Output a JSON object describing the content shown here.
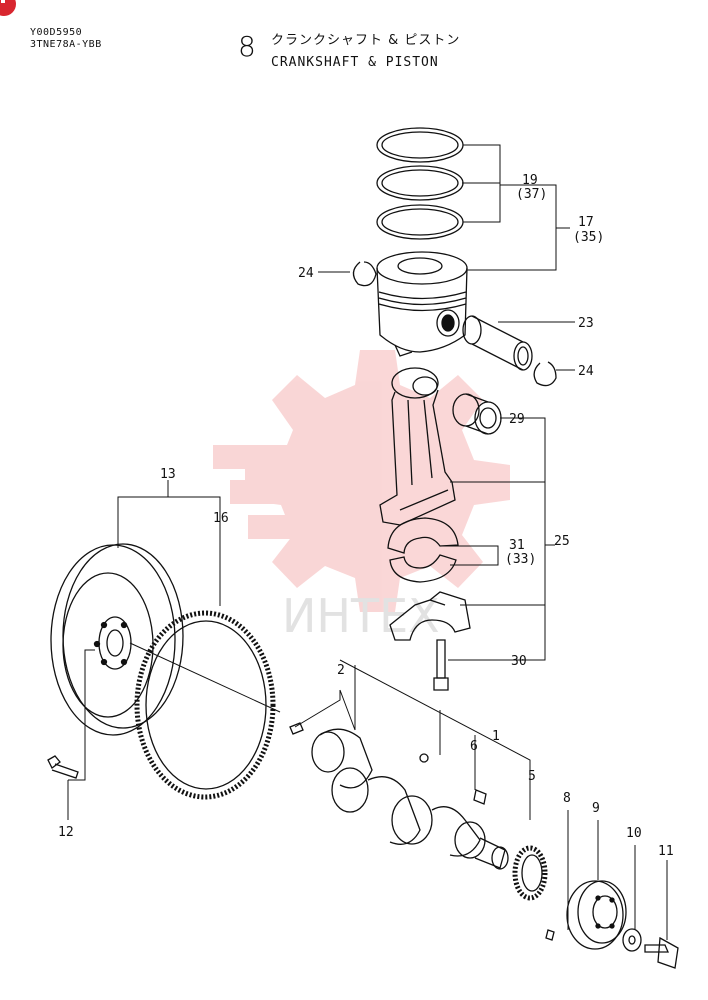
{
  "header": {
    "doc_id": "Y00D5950",
    "model": "3TNE78A-YBB",
    "section_number": "8",
    "title_jp": "クランクシャフト & ピストン",
    "title_en": "CRANKSHAFT & PISTON"
  },
  "watermark": {
    "text": "ИНТЕХ",
    "color": "#f2b3b3"
  },
  "callouts": [
    {
      "id": "p1",
      "label": "1"
    },
    {
      "id": "p2",
      "label": "2"
    },
    {
      "id": "p5",
      "label": "5"
    },
    {
      "id": "p6",
      "label": "6"
    },
    {
      "id": "p8",
      "label": "8"
    },
    {
      "id": "p9",
      "label": "9"
    },
    {
      "id": "p10",
      "label": "10"
    },
    {
      "id": "p11",
      "label": "11"
    },
    {
      "id": "p12",
      "label": "12"
    },
    {
      "id": "p13",
      "label": "13"
    },
    {
      "id": "p16",
      "label": "16"
    },
    {
      "id": "p17",
      "label": "17"
    },
    {
      "id": "p17b",
      "label": "(35)"
    },
    {
      "id": "p19",
      "label": "19"
    },
    {
      "id": "p19b",
      "label": "(37)"
    },
    {
      "id": "p23",
      "label": "23"
    },
    {
      "id": "p24a",
      "label": "24"
    },
    {
      "id": "p24b",
      "label": "24"
    },
    {
      "id": "p25",
      "label": "25"
    },
    {
      "id": "p29",
      "label": "29"
    },
    {
      "id": "p30",
      "label": "30"
    },
    {
      "id": "p31",
      "label": "31"
    },
    {
      "id": "p31b",
      "label": "(33)"
    }
  ]
}
